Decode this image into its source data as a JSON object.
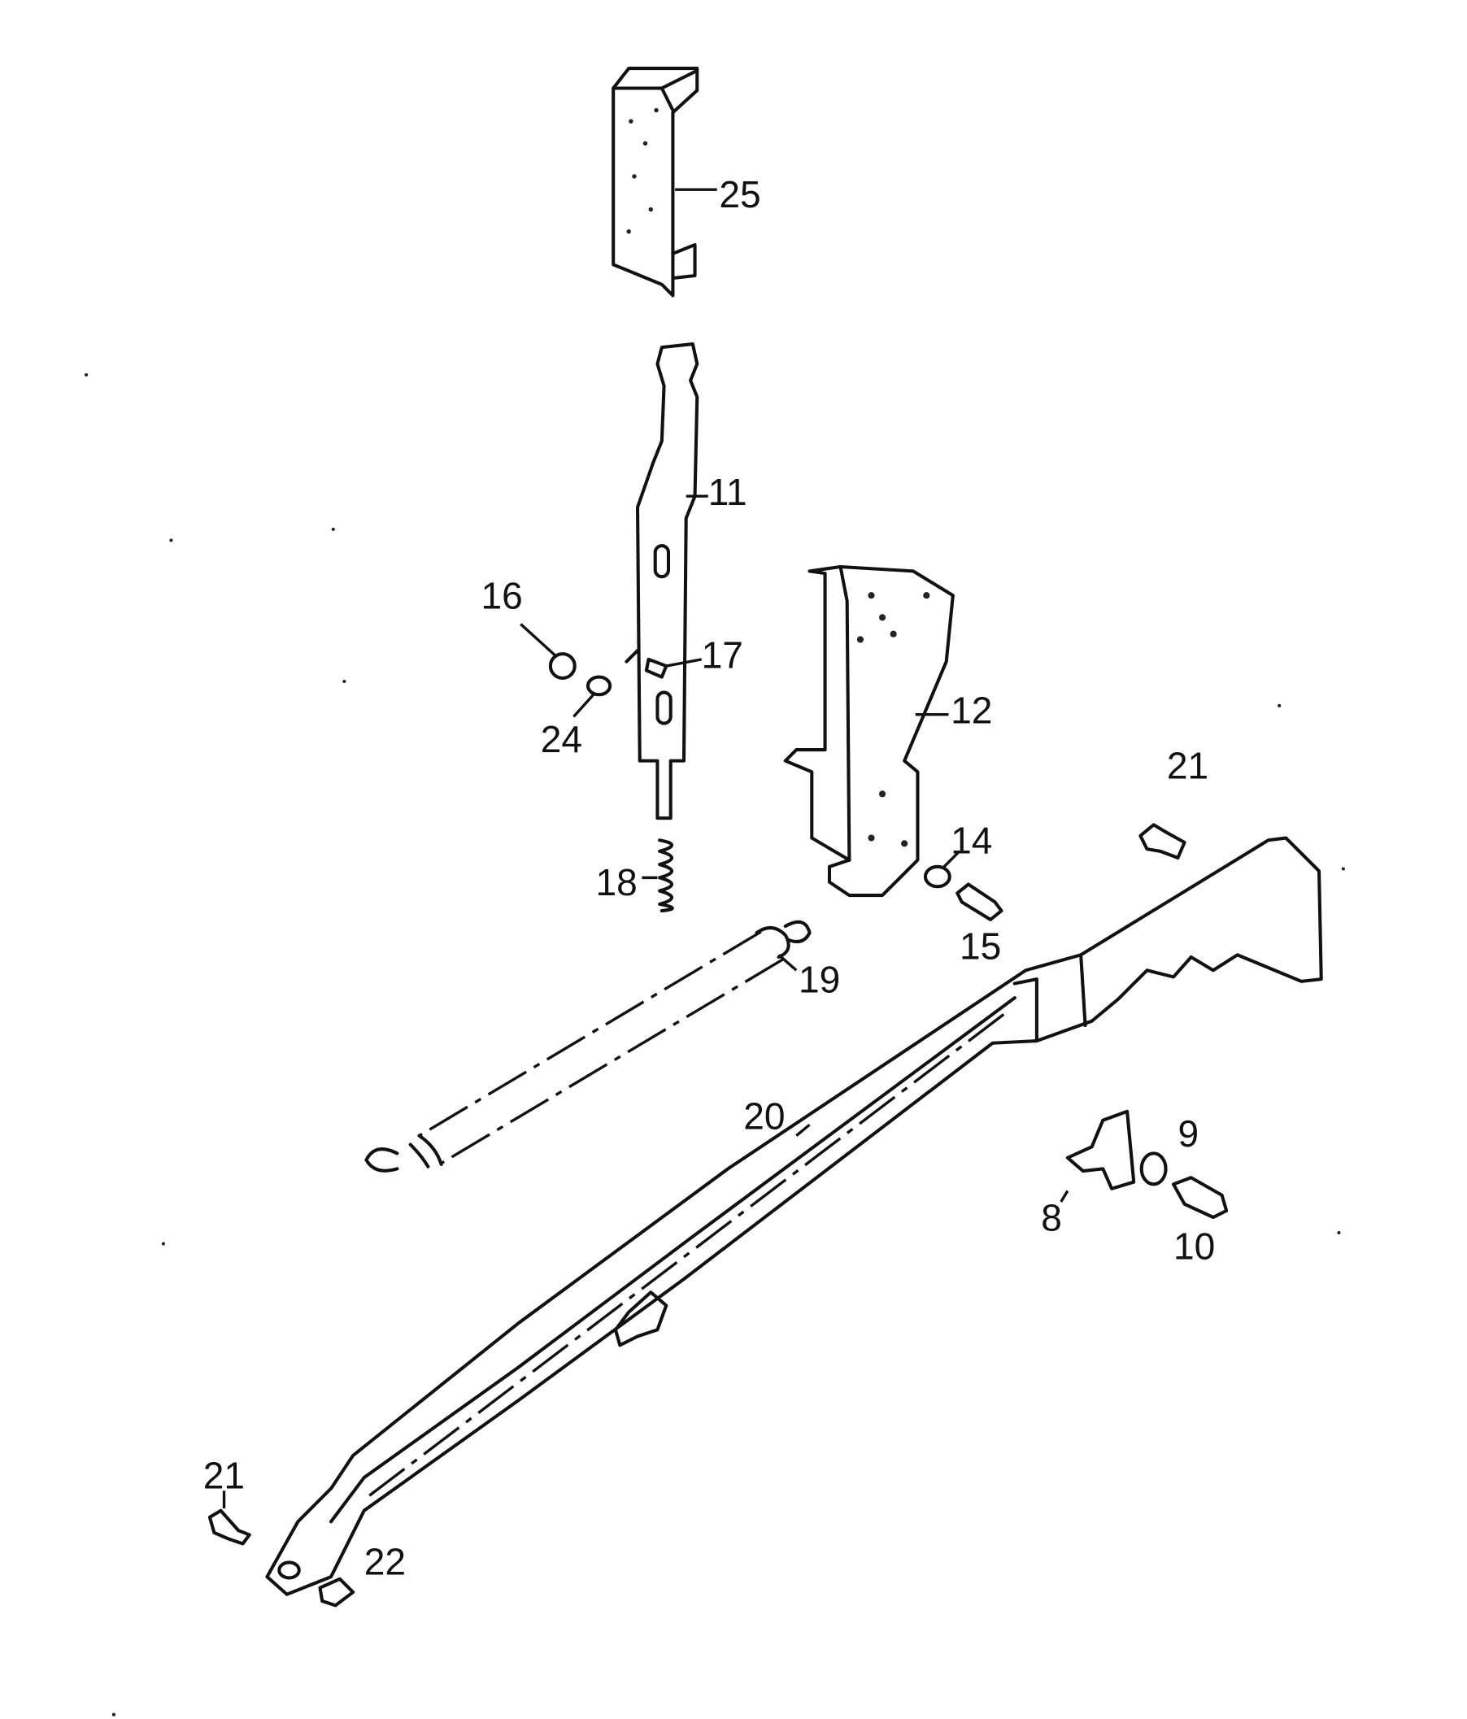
{
  "figure": {
    "labels": {
      "p25": "25",
      "p11": "11",
      "p16": "16",
      "p17": "17",
      "p24": "24",
      "p12": "12",
      "p21_top": "21",
      "p18": "18",
      "p14": "14",
      "p15": "15",
      "p19": "19",
      "p20": "20",
      "p9": "9",
      "p8": "8",
      "p10": "10",
      "p21_bottom": "21",
      "p22": "22"
    }
  }
}
